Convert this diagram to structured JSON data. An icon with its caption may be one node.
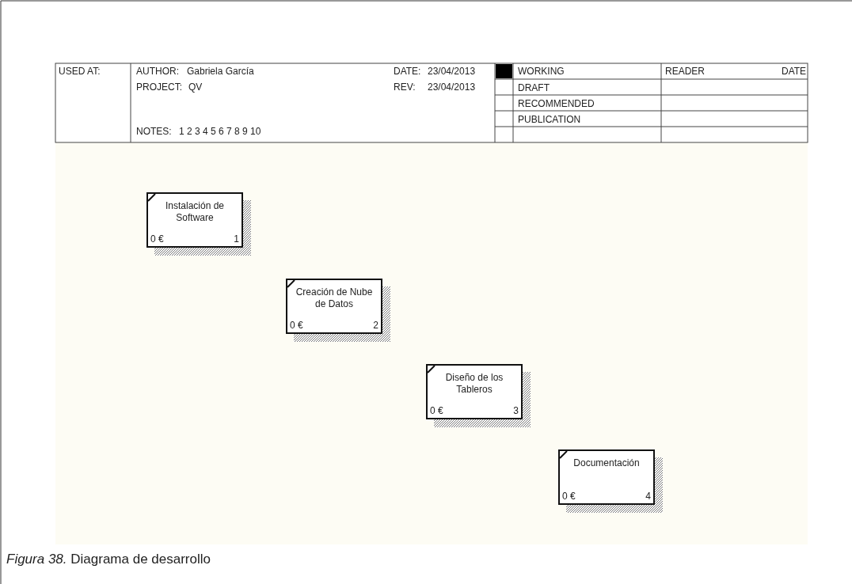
{
  "diagram": {
    "caption": "*Figura 38.* Diagrama de desarrollo",
    "nodes": [
      {
        "text": [
          "Instalación de Software",
          "0 €",
          "1"
        ]
      },
      {
        "text": [
          "Creación de Nube de Datos",
          "0 €",
          "2"
        ]
      },
      {
        "text": [
          "Diseño de los Tableros",
          "0 €",
          "3"
        ]
      },
      {
        "text": [
          "Documentación",
          "0 €",
          "4"
        ]
      }
    ],
    "labels": [
      "USED AT:",
      "AUTHOR:",
      "Gabriela García",
      "DATE:",
      "23/04/2013",
      "WORKING",
      "READER",
      "DATE",
      "PROJECT:",
      "QV",
      "REV:",
      "23/04/2013",
      "DRAFT",
      "RECOMMENDED",
      "NOTES:",
      "1 2 3 4 5 6 7 8 9 10",
      "PUBLICATION"
    ]
  }
}
